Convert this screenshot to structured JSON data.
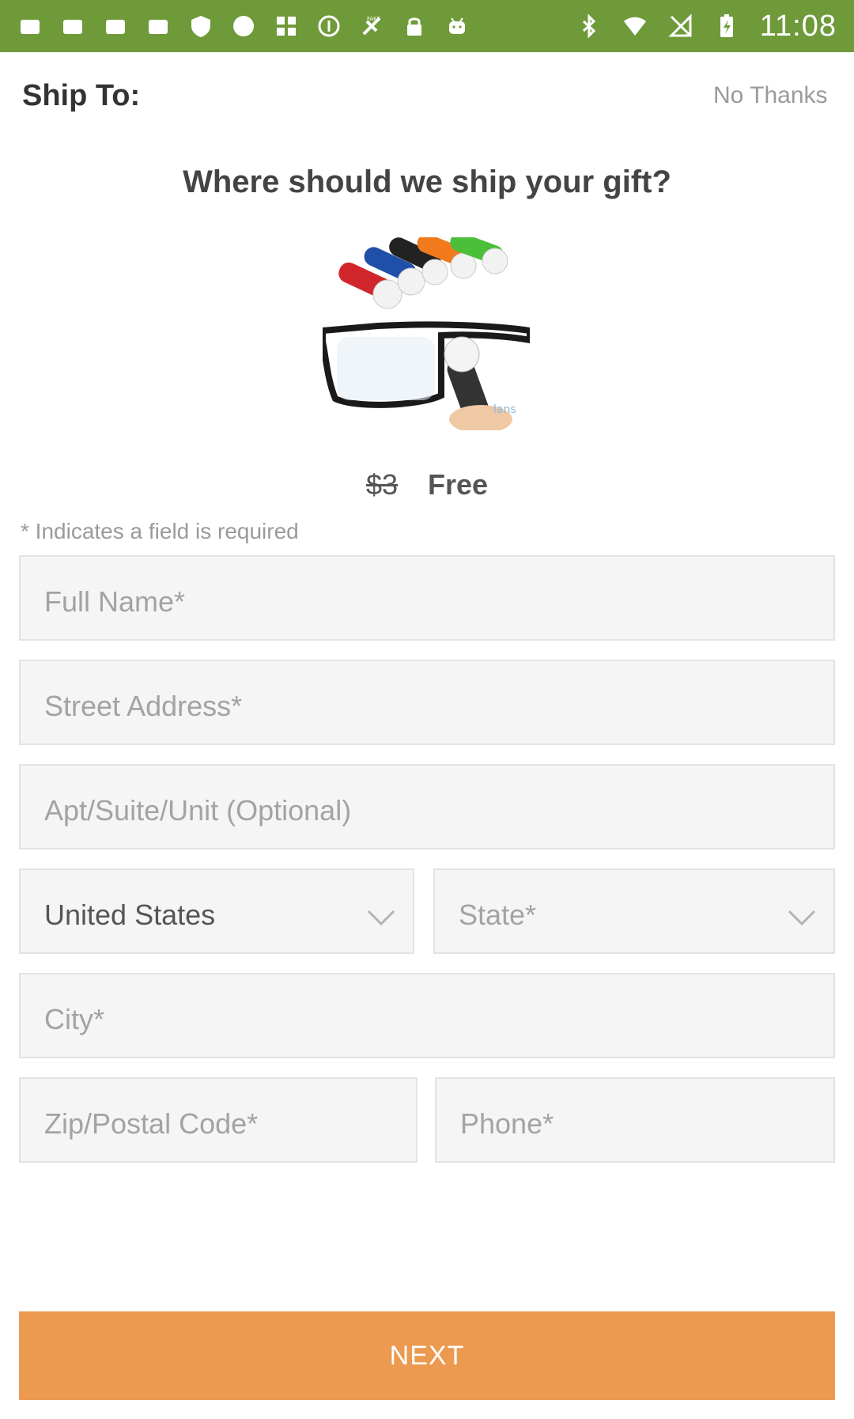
{
  "status_bar": {
    "time": "11:08",
    "left_icons": [
      "notification-icon",
      "notification-icon",
      "notification-icon",
      "notification-icon",
      "shield-icon",
      "circle-icon",
      "grid-icon",
      "info-icon",
      "fake-gps-icon",
      "lock-icon",
      "android-icon"
    ],
    "right_icons": [
      "bluetooth-icon",
      "wifi-icon",
      "no-signal-icon",
      "battery-charging-icon"
    ]
  },
  "header": {
    "title": "Ship To:",
    "skip_label": "No Thanks"
  },
  "question": "Where should we ship your gift?",
  "product": {
    "image_name": "glasses-cleaner-product-image",
    "watermark": "lans"
  },
  "price": {
    "original": "$3",
    "current": "Free"
  },
  "required_note": "* Indicates a field is required",
  "form": {
    "full_name_placeholder": "Full Name*",
    "street_placeholder": "Street Address*",
    "apt_placeholder": "Apt/Suite/Unit (Optional)",
    "country_value": "United States",
    "state_placeholder": "State*",
    "city_placeholder": "City*",
    "zip_placeholder": "Zip/Postal Code*",
    "phone_placeholder": "Phone*"
  },
  "next_label": "NEXT",
  "colors": {
    "status_bar": "#6f9a3a",
    "button": "#ec9a4f",
    "field_bg": "#f5f5f5"
  }
}
